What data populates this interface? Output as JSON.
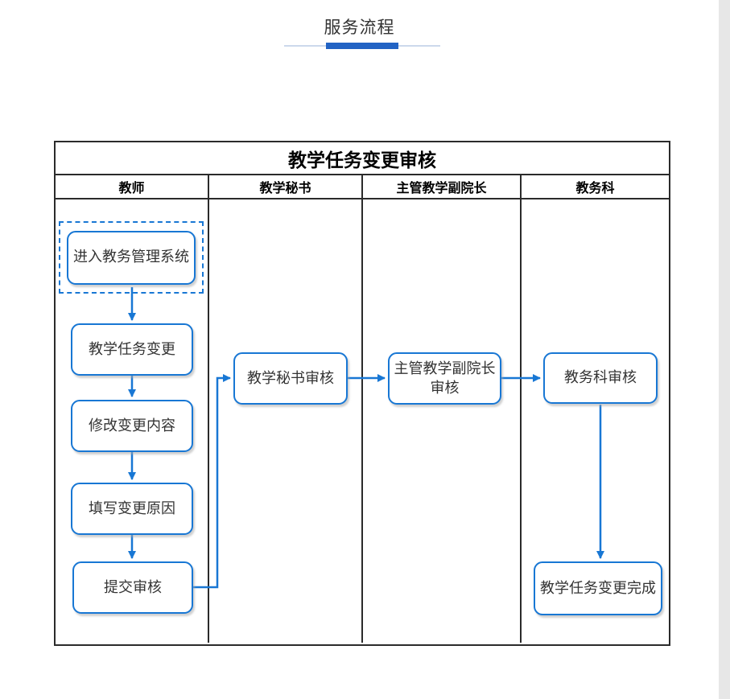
{
  "page": {
    "header": {
      "title": "服务流程"
    }
  },
  "colors": {
    "diagram_blue": "#1877d4",
    "accent_bar_blue": "#2263c4",
    "underline_gray": "#ccd9ec",
    "table_border": "#2b2b2b",
    "scroll_gutter": "#e7e7e7"
  },
  "flowchart": {
    "title": "教学任务变更审核",
    "lanes": [
      {
        "label": "教师"
      },
      {
        "label": "教学秘书"
      },
      {
        "label": "主管教学副院长"
      },
      {
        "label": "教务科"
      }
    ],
    "nodes": [
      {
        "id": "enter-system",
        "lane": "教师",
        "label": "进入教务管理系统",
        "style": "dashed-highlight-start"
      },
      {
        "id": "task-change",
        "lane": "教师",
        "label": "教学任务变更"
      },
      {
        "id": "modify-content",
        "lane": "教师",
        "label": "修改变更内容"
      },
      {
        "id": "fill-reason",
        "lane": "教师",
        "label": "填写变更原因"
      },
      {
        "id": "submit-review",
        "lane": "教师",
        "label": "提交审核"
      },
      {
        "id": "secretary-review",
        "lane": "教学秘书",
        "label": "教学秘书审核"
      },
      {
        "id": "vice-dean-review",
        "lane": "主管教学副院长",
        "label": "主管教学副院长审核"
      },
      {
        "id": "academic-review",
        "lane": "教务科",
        "label": "教务科审核"
      },
      {
        "id": "change-complete",
        "lane": "教务科",
        "label": "教学任务变更完成"
      }
    ],
    "edges": [
      {
        "from": "enter-system",
        "to": "task-change"
      },
      {
        "from": "task-change",
        "to": "modify-content"
      },
      {
        "from": "modify-content",
        "to": "fill-reason"
      },
      {
        "from": "fill-reason",
        "to": "submit-review"
      },
      {
        "from": "submit-review",
        "to": "secretary-review"
      },
      {
        "from": "secretary-review",
        "to": "vice-dean-review"
      },
      {
        "from": "vice-dean-review",
        "to": "academic-review"
      },
      {
        "from": "academic-review",
        "to": "change-complete"
      }
    ]
  }
}
